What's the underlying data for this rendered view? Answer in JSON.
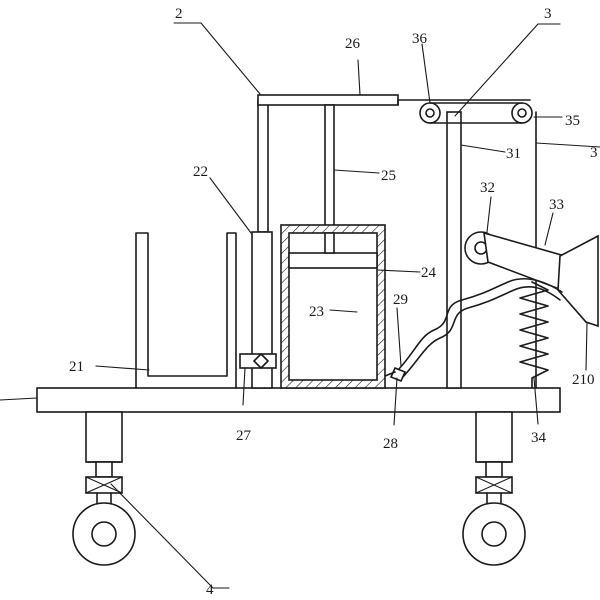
{
  "labels": {
    "l2": "2",
    "l3": "3",
    "l4": "4",
    "l21": "21",
    "l22": "22",
    "l23": "23",
    "l24": "24",
    "l25": "25",
    "l26": "26",
    "l27": "27",
    "l28": "28",
    "l29": "29",
    "l31": "31",
    "l32": "32",
    "l33": "33",
    "l34": "34",
    "l35": "35",
    "l36": "36",
    "l210": "210",
    "l37": "3"
  }
}
